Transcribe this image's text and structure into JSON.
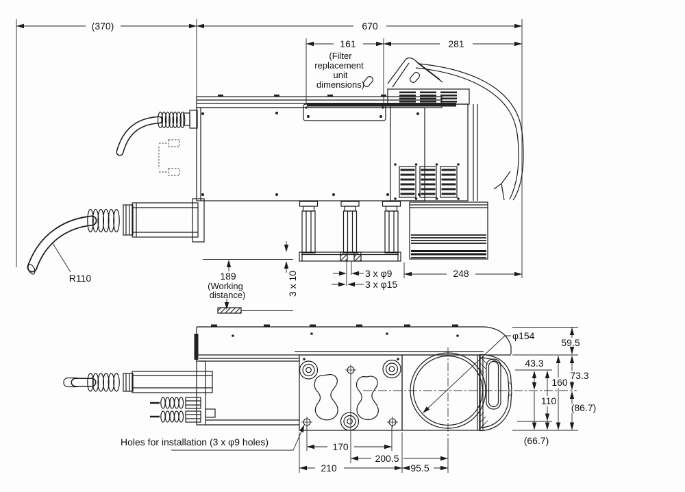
{
  "colors": {
    "line": "#1a1a1a",
    "background": "#ffffff"
  },
  "side_view": {
    "d370": "(370)",
    "d670": "670",
    "d161": "161",
    "d281": "281",
    "filter_note": [
      "(Filter",
      "replacement",
      "unit",
      "dimensions)"
    ],
    "r110": "R110",
    "d189": "189",
    "working_note": [
      "(Working",
      "distance)"
    ],
    "d3x10": "3 x 10",
    "d3xphi9": "3 x φ9",
    "d3xphi15": "3 x φ15",
    "d248": "248"
  },
  "plan_view": {
    "phi154": "φ154",
    "d59_5": "59.5",
    "d43_3": "43.3",
    "d73_3": "73.3",
    "d160": "160",
    "d110": "110",
    "d86_7": "(86.7)",
    "d66_7": "(66.7)",
    "holes_label": "Holes for installation (3 x φ9 holes)",
    "d170": "170",
    "d200_5": "200.5",
    "d210": "210",
    "d95_5": "95.5"
  }
}
